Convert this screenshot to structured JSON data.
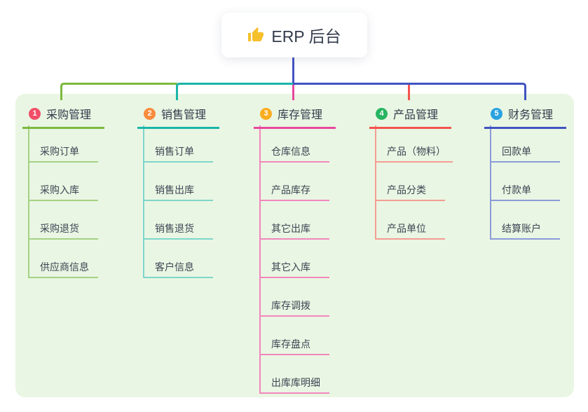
{
  "root": {
    "icon": "thumbs-up",
    "label": "ERP 后台"
  },
  "branches": [
    {
      "index": "1",
      "label": "采购管理",
      "badge_color": "#f14e68",
      "line_color": "#7cb93f",
      "child_line_color": "#a5d284",
      "children": [
        "采购订单",
        "采购入库",
        "采购退货",
        "供应商信息"
      ]
    },
    {
      "index": "2",
      "label": "销售管理",
      "badge_color": "#fa8c3c",
      "line_color": "#1cb5a9",
      "child_line_color": "#7fd6cb",
      "children": [
        "销售订单",
        "销售出库",
        "销售退货",
        "客户信息"
      ]
    },
    {
      "index": "3",
      "label": "库存管理",
      "badge_color": "#fbad21",
      "line_color": "#e8489e",
      "child_line_color": "#f287bd",
      "children": [
        "仓库信息",
        "产品库存",
        "其它出库",
        "其它入库",
        "库存调拨",
        "库存盘点",
        "出库库明细"
      ]
    },
    {
      "index": "4",
      "label": "产品管理",
      "badge_color": "#27b561",
      "line_color": "#f4544e",
      "child_line_color": "#f59c94",
      "children": [
        "产品（物料）",
        "产品分类",
        "产品单位"
      ]
    },
    {
      "index": "5",
      "label": "财务管理",
      "badge_color": "#2aa2e0",
      "line_color": "#4154c1",
      "child_line_color": "#8b9bd8",
      "children": [
        "回款单",
        "付款单",
        "结算账户"
      ]
    }
  ],
  "colors": {
    "root_connector": "#4355c4",
    "panel_bg": "#e9f6e3",
    "title_text": "#333b4d",
    "child_text": "#3d4554",
    "icon_gold": "#f6c02d"
  }
}
